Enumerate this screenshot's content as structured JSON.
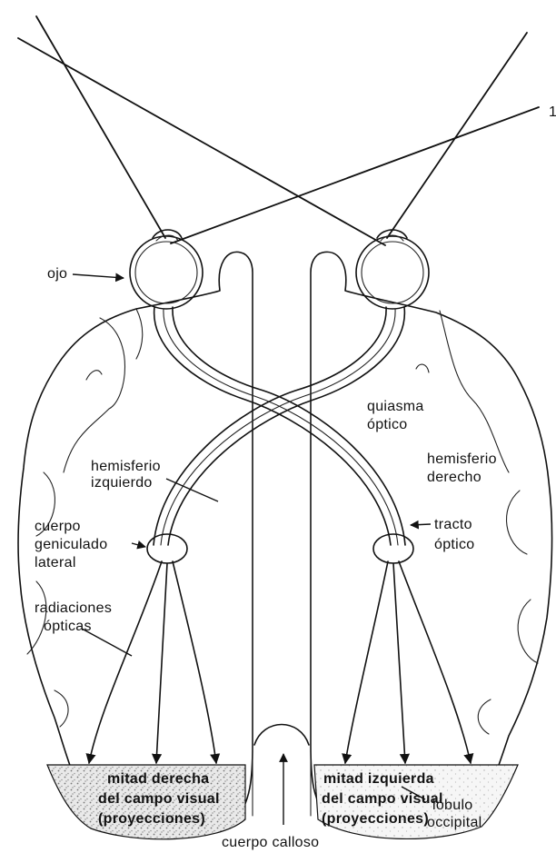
{
  "labels": {
    "ojo": "ojo",
    "quiasma_1": "quiasma",
    "quiasma_2": "óptico",
    "hemisferio_izq_1": "hemisferio",
    "hemisferio_izq_2": "izquierdo",
    "hemisferio_der_1": "hemisferio",
    "hemisferio_der_2": "derecho",
    "cuerpo_geniculado_1": "cuerpo",
    "cuerpo_geniculado_2": "geniculado",
    "cuerpo_geniculado_3": "lateral",
    "tracto_1": "tracto",
    "tracto_2": "óptico",
    "radiaciones_1": "radiaciones",
    "radiaciones_2": "ópticas",
    "mitad_derecha_1": "mitad derecha",
    "mitad_derecha_2": "del campo visual",
    "mitad_derecha_3": "(proyecciones)",
    "mitad_izquierda_1": "mitad izquierda",
    "mitad_izquierda_2": "del campo visual",
    "mitad_izquierda_3": "(proyecciones)",
    "lobulo_1": "lóbulo",
    "lobulo_2": "occipital",
    "cuerpo_calloso": "cuerpo calloso",
    "page_mark": "1"
  }
}
